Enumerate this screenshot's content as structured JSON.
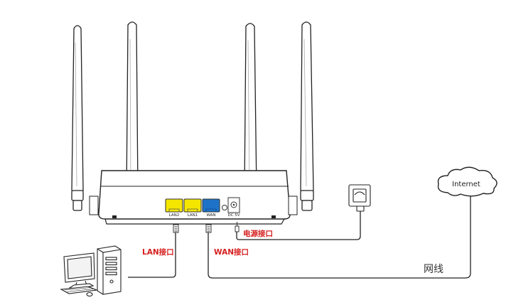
{
  "router": {
    "ports": {
      "lan2": "LAN2",
      "lan1": "LAN1",
      "wan": "WAN",
      "dc": "DC 5V"
    }
  },
  "labels": {
    "lan_port": "LAN接口",
    "wan_port": "WAN接口",
    "power_port": "电源接口",
    "internet": "Internet",
    "network_cable": "网线"
  },
  "colors": {
    "lan_port": "#f5e600",
    "wan_port": "#1e73c8",
    "label_red": "#d62020",
    "line": "#222222"
  }
}
